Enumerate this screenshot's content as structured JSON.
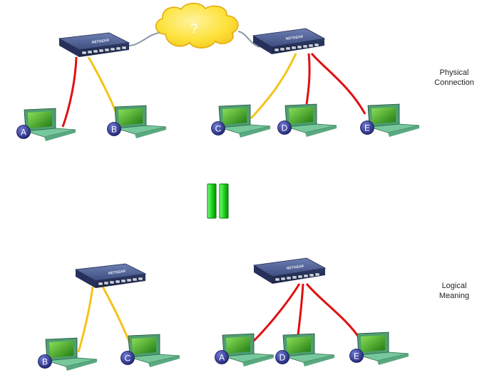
{
  "brand": "NETGEAR",
  "cloud_text": "?",
  "labels": {
    "physical": [
      "Physical",
      "Connection"
    ],
    "logical": [
      "Logical",
      "Meaning"
    ]
  },
  "equals_symbol": "||",
  "colors": {
    "red_link": "#e01010",
    "yellow_link": "#f5c418",
    "cloud_fill": "#fde23a",
    "cloud_stroke": "#e2a90a",
    "switch_body": "#3b4a78",
    "laptop_body": "#76c89c",
    "laptop_screen": "#2f9a1c",
    "badge": "#2e3590",
    "equals": "#22cc22",
    "trunk": "#8a9aa6"
  },
  "physical": {
    "switches": [
      {
        "name": "left"
      },
      {
        "name": "right"
      }
    ],
    "laptops": [
      {
        "label": "A",
        "switch": "left",
        "link": "red"
      },
      {
        "label": "B",
        "switch": "left",
        "link": "yellow"
      },
      {
        "label": "C",
        "switch": "right",
        "link": "yellow"
      },
      {
        "label": "D",
        "switch": "right",
        "link": "red"
      },
      {
        "label": "E",
        "switch": "right",
        "link": "red"
      }
    ]
  },
  "logical": {
    "groups": [
      {
        "name": "yellow-network",
        "link": "yellow",
        "laptops": [
          "B",
          "C"
        ]
      },
      {
        "name": "red-network",
        "link": "red",
        "laptops": [
          "A",
          "D",
          "E"
        ]
      }
    ]
  }
}
